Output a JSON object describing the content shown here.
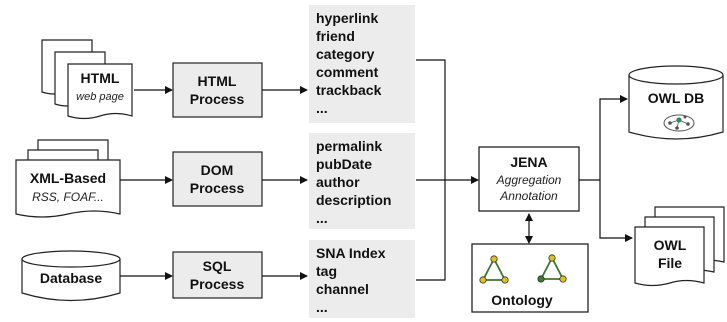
{
  "inputs": {
    "html_doc": {
      "title": "HTML",
      "subtitle": "web page"
    },
    "xml_doc": {
      "title": "XML-Based",
      "subtitle": "RSS, FOAF..."
    },
    "database": {
      "title": "Database"
    }
  },
  "processes": {
    "html": [
      "HTML",
      "Process"
    ],
    "dom": [
      "DOM",
      "Process"
    ],
    "sql": [
      "SQL",
      "Process"
    ]
  },
  "fields": {
    "html": [
      "hyperlink",
      "friend",
      "category",
      "comment",
      "trackback",
      "..."
    ],
    "dom": [
      "permalink",
      "pubDate",
      "author",
      "description",
      "..."
    ],
    "sql": [
      "SNA Index",
      "tag",
      "channel",
      "..."
    ]
  },
  "jena": {
    "title": "JENA",
    "line1": "Aggregation",
    "line2": "Annotation"
  },
  "ontology": {
    "label": "Ontology"
  },
  "outputs": {
    "owl_db": {
      "label": "OWL DB"
    },
    "owl_file": {
      "label1": "OWL",
      "label2": "File"
    }
  }
}
